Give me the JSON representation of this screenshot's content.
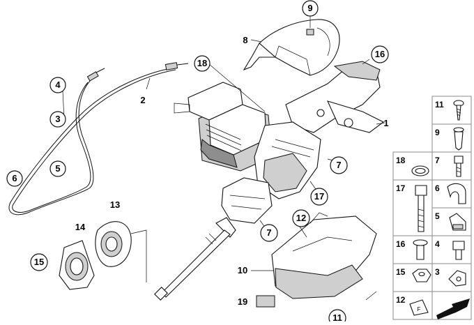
{
  "diagram": {
    "callouts": {
      "c9": "9",
      "c8": "8",
      "c18": "18",
      "c16": "16",
      "c2": "2",
      "c4": "4",
      "c3": "3",
      "c5": "5",
      "c6": "6",
      "c1": "1",
      "c7a": "7",
      "c17": "17",
      "c7b": "7",
      "c13": "13",
      "c14": "14",
      "c15": "15",
      "c12": "12",
      "c10": "10",
      "c19": "19",
      "c11": "11"
    },
    "legend": [
      {
        "id": "11",
        "icon": "screw-icon"
      },
      {
        "id": "9",
        "icon": "expanding-rivet-icon"
      },
      {
        "id": "18",
        "icon": "o-ring-icon"
      },
      {
        "id": "7",
        "icon": "bolt-icon"
      },
      {
        "id": "17",
        "icon": "long-bolt-icon"
      },
      {
        "id": "6",
        "icon": "cable-clip-icon"
      },
      {
        "id": "5",
        "icon": "clip-nut-icon"
      },
      {
        "id": "16",
        "icon": "flange-bolt-icon"
      },
      {
        "id": "4",
        "icon": "hex-bolt-icon"
      },
      {
        "id": "15",
        "icon": "hex-nut-icon"
      },
      {
        "id": "3",
        "icon": "bracket-clip-icon"
      },
      {
        "id": "12",
        "icon": "spring-nut-icon"
      },
      {
        "id": "",
        "icon": "arrow-direction-icon"
      }
    ]
  }
}
